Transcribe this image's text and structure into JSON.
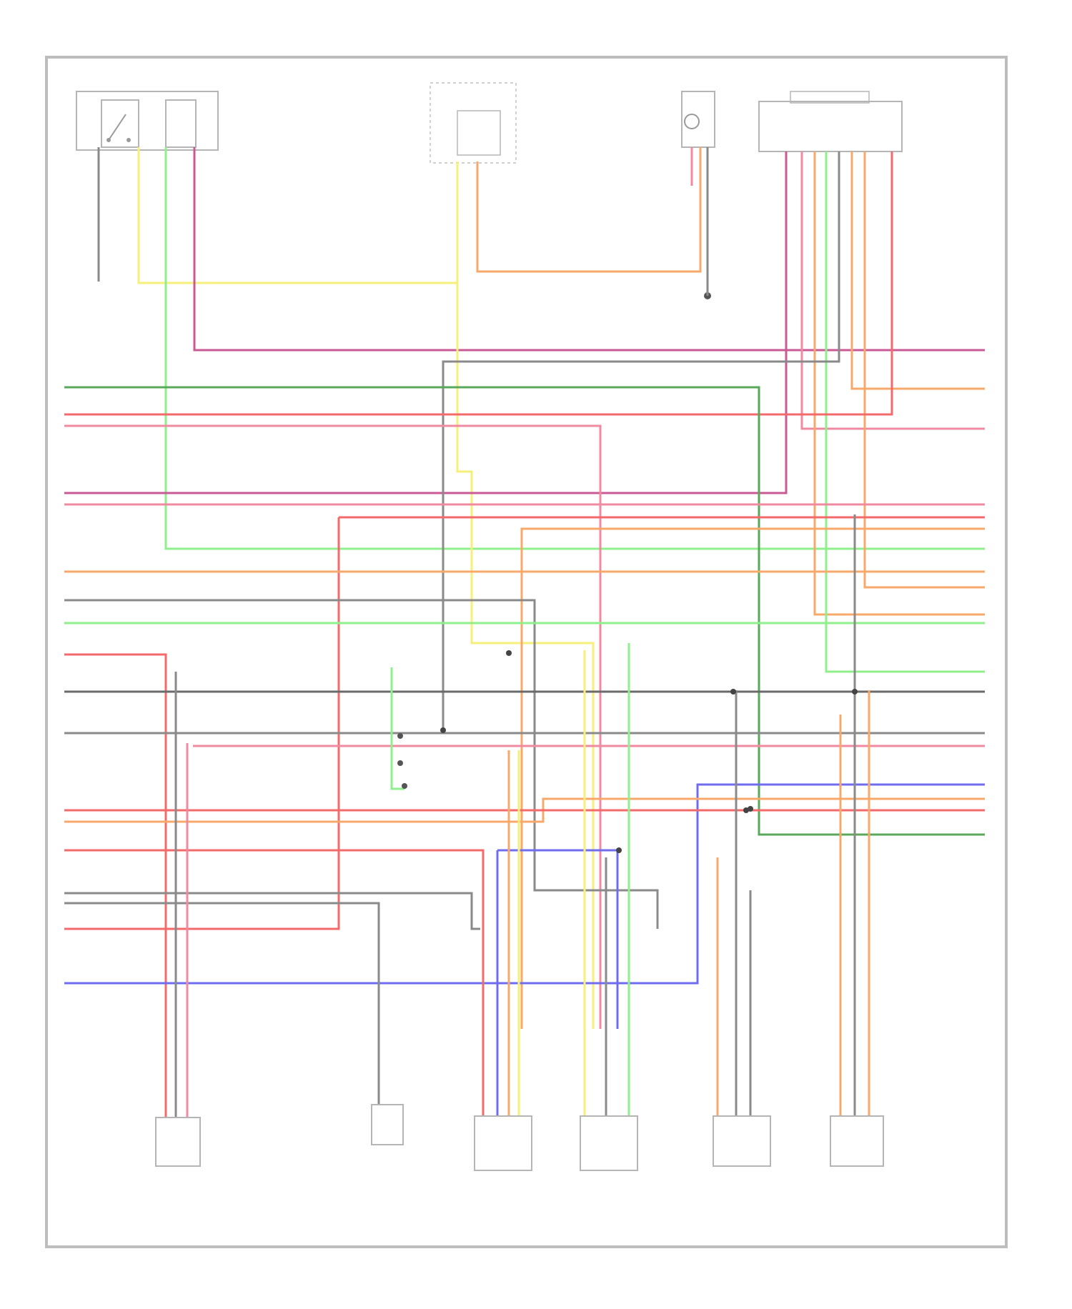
{
  "diagram": {
    "footer_code": "",
    "colors": {
      "frame": "#bdbdbd",
      "red": "#f46a6a",
      "pink": "#f08aa0",
      "magenta": "#c85a96",
      "orange": "#f7a86a",
      "yellow": "#f6ef7a",
      "green": "#8fef8a",
      "dark_green": "#5aa85a",
      "gray": "#8a8a8a",
      "dark_gray": "#6a6a6a",
      "blue": "#6f6cf0",
      "purple": "#b06cc6"
    },
    "components": [
      {
        "id": "sw1",
        "label": ""
      },
      {
        "id": "ctrl1",
        "label": ""
      },
      {
        "id": "sensor1",
        "label": ""
      },
      {
        "id": "conn1",
        "label": ""
      },
      {
        "id": "ground1",
        "label": ""
      },
      {
        "id": "junction1",
        "label": ""
      },
      {
        "id": "bot1",
        "label": ""
      },
      {
        "id": "bot2",
        "label": ""
      },
      {
        "id": "bot3",
        "label": ""
      },
      {
        "id": "bot4",
        "label": ""
      },
      {
        "id": "bot5",
        "label": ""
      },
      {
        "id": "bot6",
        "label": ""
      }
    ]
  }
}
